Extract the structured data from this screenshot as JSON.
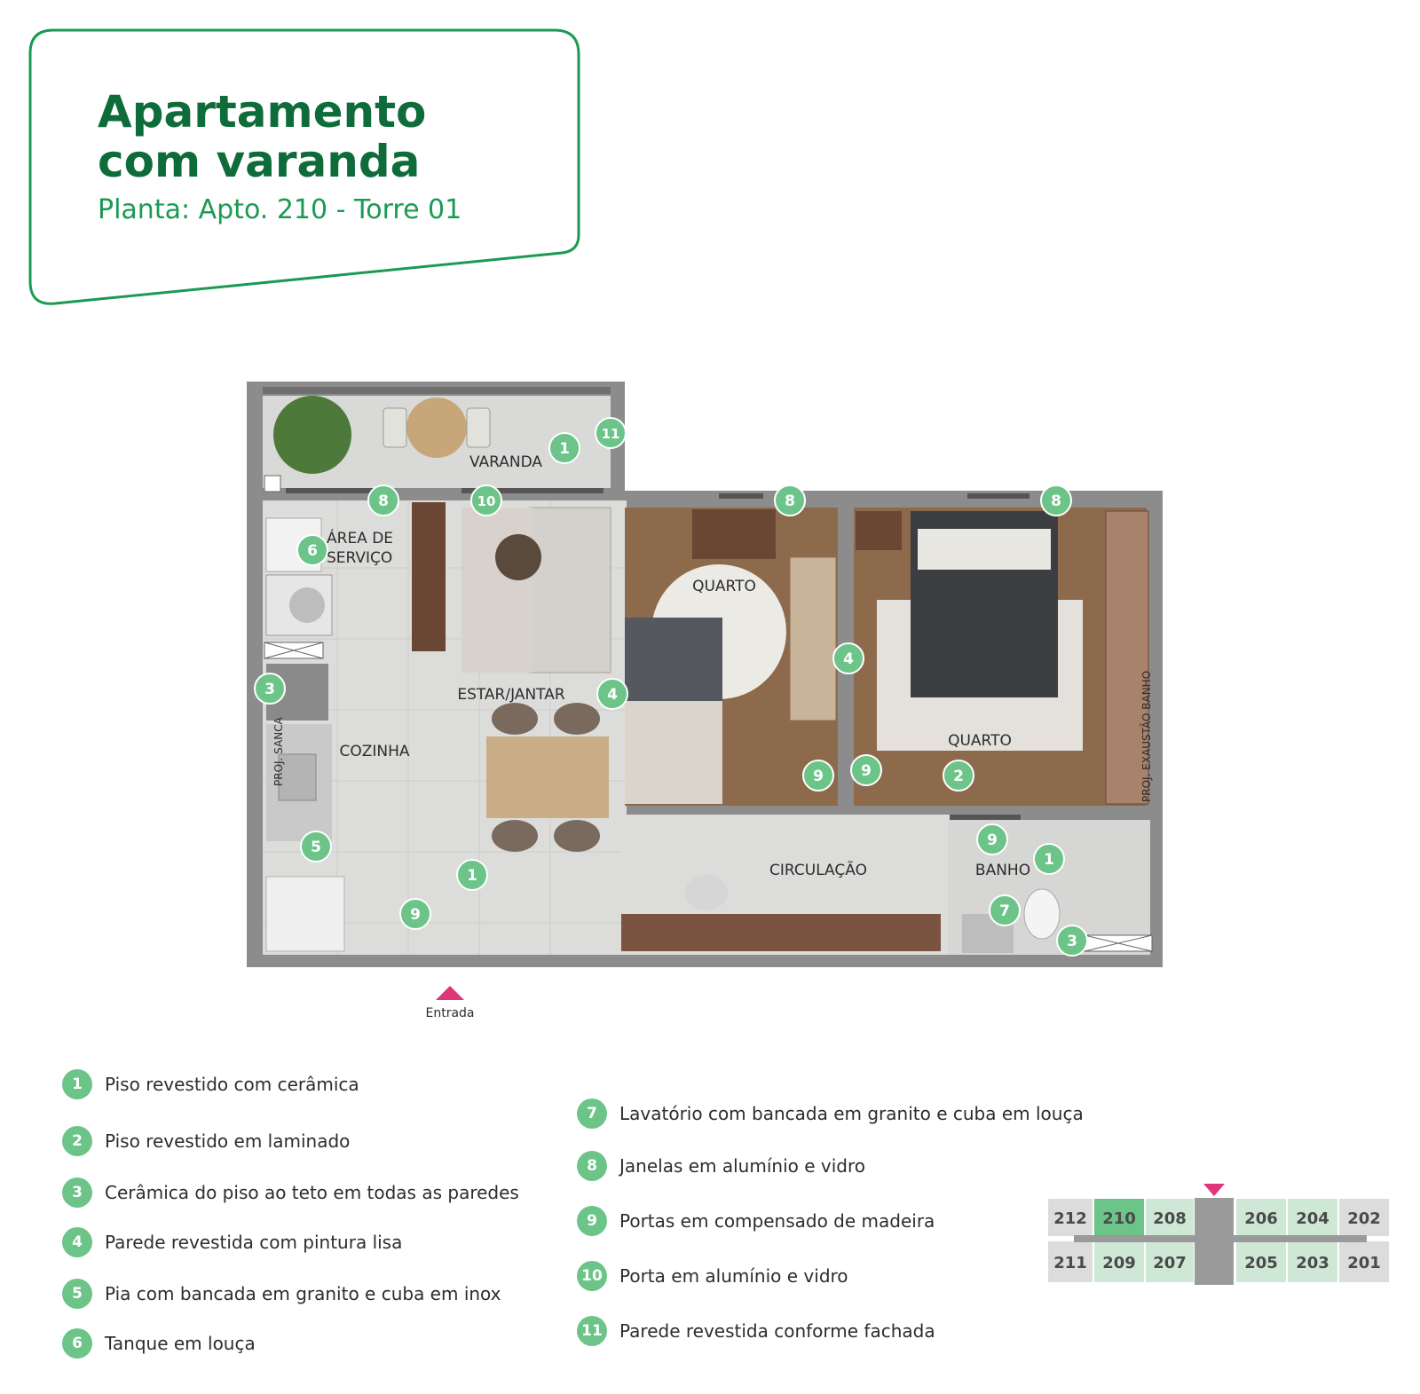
{
  "title": {
    "line1": "Apartamento",
    "line2": "com varanda",
    "subtitle": "Planta: Apto. 210 - Torre 01"
  },
  "colors": {
    "brand_green": "#0e6b3a",
    "accent_green": "#1a9a52",
    "badge_green": "#6cc489",
    "entrance_marker": "#e0357a",
    "highlight_unit": "#6cc489"
  },
  "plan": {
    "rooms": {
      "varanda": "VARANDA",
      "area_servico_1": "ÁREA DE",
      "area_servico_2": "SERVIÇO",
      "quarto_1": "QUARTO",
      "quarto_2": "QUARTO",
      "estar_jantar": "ESTAR/JANTAR",
      "cozinha": "COZINHA",
      "circulacao": "CIRCULAÇÃO",
      "banho": "BANHO"
    },
    "notes": {
      "proj_sanca": "PROJ. SANCA",
      "proj_exaustao": "PROJ. EXAUSTÃO BANHO"
    },
    "entrance_label": "Entrada",
    "markers": [
      "1",
      "11",
      "8",
      "10",
      "8",
      "8",
      "6",
      "4",
      "4",
      "3",
      "9",
      "9",
      "2",
      "5",
      "1",
      "9",
      "9",
      "1",
      "7",
      "3"
    ]
  },
  "legend": [
    {
      "num": "1",
      "text": "Piso revestido com cerâmica"
    },
    {
      "num": "2",
      "text": "Piso revestido em laminado"
    },
    {
      "num": "3",
      "text": "Cerâmica do piso ao teto em todas as paredes"
    },
    {
      "num": "4",
      "text": "Parede revestida com pintura lisa"
    },
    {
      "num": "5",
      "text": "Pia com bancada em granito e cuba em inox"
    },
    {
      "num": "6",
      "text": "Tanque em louça"
    },
    {
      "num": "7",
      "text": "Lavatório com bancada em granito e cuba em louça"
    },
    {
      "num": "8",
      "text": "Janelas em alumínio e vidro"
    },
    {
      "num": "9",
      "text": "Portas em compensado de madeira"
    },
    {
      "num": "10",
      "text": "Porta em alumínio e vidro"
    },
    {
      "num": "11",
      "text": "Parede revestida conforme fachada"
    }
  ],
  "key_plan": {
    "top_row": [
      "212",
      "210",
      "208",
      "206",
      "204",
      "202"
    ],
    "bottom_row": [
      "211",
      "209",
      "207",
      "205",
      "203",
      "201"
    ],
    "highlighted": "210"
  }
}
